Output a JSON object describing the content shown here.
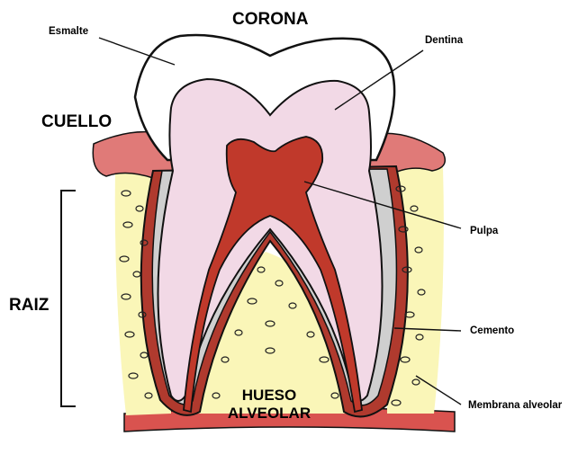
{
  "labels": {
    "corona": "CORONA",
    "cuello": "CUELLO",
    "raiz": "RAIZ",
    "esmalte": "Esmalte",
    "dentina": "Dentina",
    "pulpa": "Pulpa",
    "cemento": "Cemento",
    "membrana": "Membrana alveolar",
    "hueso_line1": "HUESO",
    "hueso_line2": "ALVEOLAR"
  },
  "colors": {
    "enamel": "#ffffff",
    "dentin": "#f2d9e6",
    "pulp": "#c0392b",
    "gum": "#e07a78",
    "bone": "#faf6b8",
    "cementum": "#cfcfcf",
    "outline": "#111111"
  }
}
